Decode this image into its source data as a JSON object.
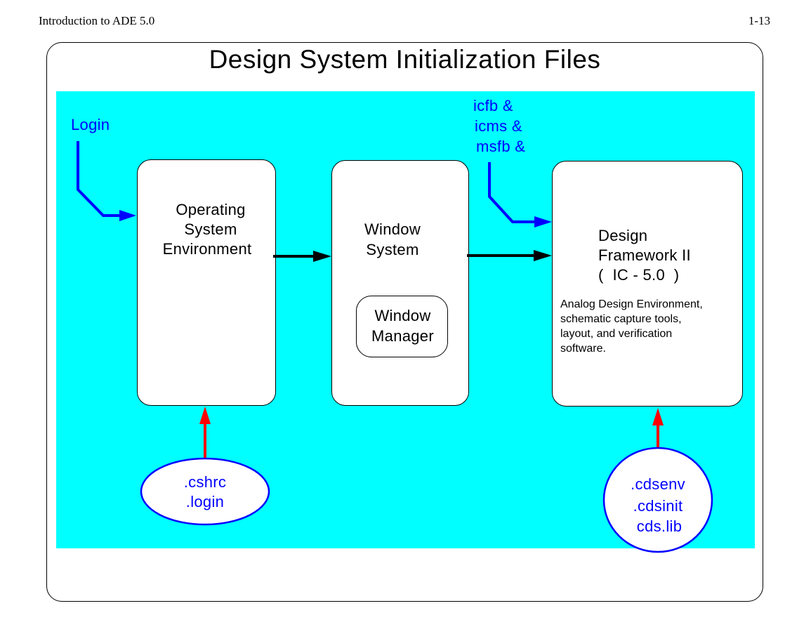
{
  "header": {
    "left": "Introduction to ADE 5.0",
    "right": "1-13"
  },
  "title": "Design System Initialization Files",
  "inputs": {
    "login": "Login",
    "commands": [
      "icfb &",
      "icms &",
      "msfb &"
    ]
  },
  "boxes": {
    "os": {
      "lines": [
        "Operating",
        "System",
        "Environment"
      ]
    },
    "ws": {
      "lines": [
        "Window",
        "System"
      ]
    },
    "wm": {
      "lines": [
        "Window",
        "Manager"
      ]
    },
    "dfw": {
      "lines": [
        "Design",
        "Framework II",
        "(  IC - 5.0  )"
      ],
      "description": [
        "Analog Design Environment,",
        "schematic capture tools,",
        "layout, and verification",
        "software."
      ]
    }
  },
  "files": {
    "unix": [
      ".cshrc",
      ".login"
    ],
    "cadence": [
      ".cdsenv",
      ".cdsinit",
      "cds.lib"
    ]
  },
  "colors": {
    "panel": "#00ffff",
    "flow_arrow": "#000000",
    "input_arrow": "#0000ff",
    "file_arrow": "#ff0000",
    "file_text": "#0000ff"
  }
}
